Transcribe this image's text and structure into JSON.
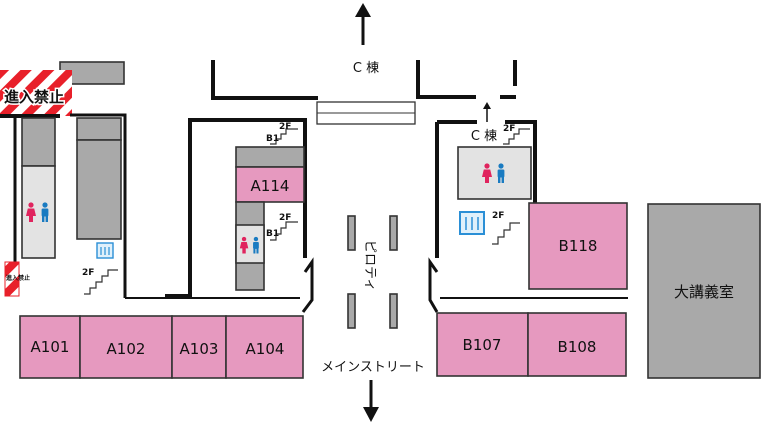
{
  "north_label": "C 棟",
  "north_link_label": "C 棟",
  "south_label": "メインストリート",
  "pilotis_label": "ピロティ",
  "no_entry_label": "進入禁止",
  "no_entry_small_label": "進入禁止",
  "rooms": {
    "a101": "A101",
    "a102": "A102",
    "a103": "A103",
    "a104": "A104",
    "a114": "A114",
    "b107": "B107",
    "b108": "B108",
    "b118": "B118",
    "lecture": "大講義室"
  },
  "floor_tags": {
    "west_stair": "2F",
    "mid_upper_2f": "2F",
    "mid_upper_b1": "B1",
    "mid_lower_2f": "2F",
    "mid_lower_b1": "B1",
    "east_upper": "2F",
    "east_lower": "2F"
  },
  "icons": {
    "restroom": "restroom-icon",
    "elevator": "elevator-icon",
    "arrow_north": "arrow-up-icon",
    "arrow_south": "arrow-down-icon"
  },
  "colors": {
    "room": "#e699bf",
    "service": "#a9a9a9",
    "restroom_bg": "#e3e3e3",
    "female": "#e0245e",
    "male": "#1a7bc1",
    "no_entry_red": "#e8202a",
    "elevator_blue": "#2a8fd6"
  }
}
